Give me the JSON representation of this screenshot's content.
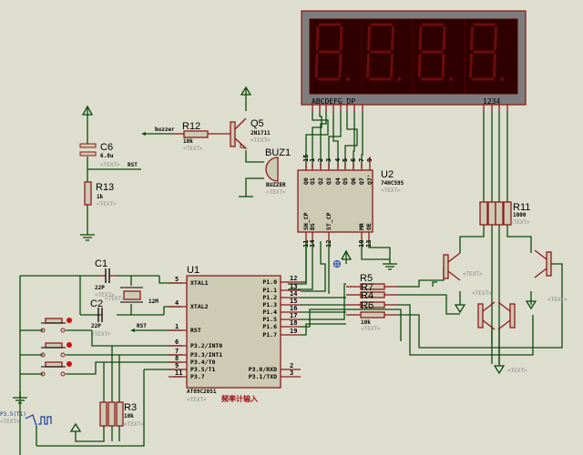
{
  "display": {
    "ref": "7-segment 4-digit display",
    "segment_label": "ABCDEFG  DP",
    "digit_label": "1234",
    "digits": [
      "8.",
      "8.",
      "8.",
      "8."
    ],
    "color_bg": "#2e0000",
    "color_segment": "#6e0a0a"
  },
  "u1": {
    "ref": "U1",
    "part": "AT89C2051",
    "text": "<TEXT>",
    "caption": "频率计输入",
    "left_pins": [
      {
        "num": "5",
        "name": "XTAL1"
      },
      {
        "num": "4",
        "name": "XTAL2"
      },
      {
        "num": "1",
        "name": "RST"
      },
      {
        "num": "6",
        "name": "P3.2/INT0"
      },
      {
        "num": "7",
        "name": "P3.3/INT1"
      },
      {
        "num": "8",
        "name": "P3.4/T0"
      },
      {
        "num": "9",
        "name": "P3.5/T1"
      },
      {
        "num": "11",
        "name": "P3.7"
      }
    ],
    "right_pins": [
      {
        "num": "12",
        "name": "P1.0"
      },
      {
        "num": "13",
        "name": "P1.1"
      },
      {
        "num": "14",
        "name": "P1.2"
      },
      {
        "num": "15",
        "name": "P1.3"
      },
      {
        "num": "16",
        "name": "P1.4"
      },
      {
        "num": "17",
        "name": "P1.5"
      },
      {
        "num": "18",
        "name": "P1.6"
      },
      {
        "num": "19",
        "name": "P1.7"
      },
      {
        "num": "2",
        "name": "P3.0/RXD"
      },
      {
        "num": "3",
        "name": "P3.1/TXD"
      }
    ]
  },
  "u2": {
    "ref": "U2",
    "part": "74HC595",
    "text": "<TEXT>",
    "top_pins": [
      {
        "num": "15",
        "name": "Q0"
      },
      {
        "num": "1",
        "name": "Q1"
      },
      {
        "num": "2",
        "name": "Q2"
      },
      {
        "num": "3",
        "name": "Q3"
      },
      {
        "num": "4",
        "name": "Q4"
      },
      {
        "num": "5",
        "name": "Q5"
      },
      {
        "num": "6",
        "name": "Q6"
      },
      {
        "num": "7",
        "name": "Q7"
      },
      {
        "num": "9",
        "name": "Q7'"
      }
    ],
    "bottom_pins": [
      {
        "num": "11",
        "name": "SH_CP"
      },
      {
        "num": "14",
        "name": "DS"
      },
      {
        "num": "12",
        "name": "ST_CP"
      },
      {
        "num": "10",
        "name": "MR"
      },
      {
        "num": "13",
        "name": "OE"
      }
    ]
  },
  "q5": {
    "ref": "Q5",
    "part": "2N1711",
    "text": "<TEXT>"
  },
  "r12": {
    "ref": "R12",
    "value": "10k",
    "text": "<TEXT>"
  },
  "buz1": {
    "ref": "BUZ1",
    "part": "BUZZER",
    "text": "<TEXT>"
  },
  "c6": {
    "ref": "C6",
    "value": "6.8u",
    "text": "<TEXT>"
  },
  "r13": {
    "ref": "R13",
    "value": "1k",
    "text": "<TEXT>"
  },
  "c1": {
    "ref": "C1",
    "value": "22P",
    "text": "<TEXT>"
  },
  "c2": {
    "ref": "C2",
    "value": "22P",
    "text": "<TEXT>"
  },
  "x1": {
    "value": "12M",
    "text": "<TEXT>"
  },
  "r5": {
    "ref": "R5",
    "overlapping_refs": [
      "R7",
      "R4",
      "R6"
    ],
    "value": "10k",
    "text": "<TEXT>"
  },
  "r11": {
    "ref": "R11",
    "value": "1000",
    "text": "<TEXT>"
  },
  "r3": {
    "ref": "R3",
    "value": "10k",
    "text": "<TEXT>"
  },
  "transistors_text": [
    "<TEXT>",
    "<TEXT>",
    "<TEXT>",
    "<TEXT>"
  ],
  "ground_text": "<TEXT>",
  "net_labels": {
    "buzzer": "buzzer",
    "rst_c6": "RST",
    "rst_u1": "RST"
  },
  "signal_source": {
    "label": "P3.5(T1)",
    "text": "<TEXT>"
  }
}
